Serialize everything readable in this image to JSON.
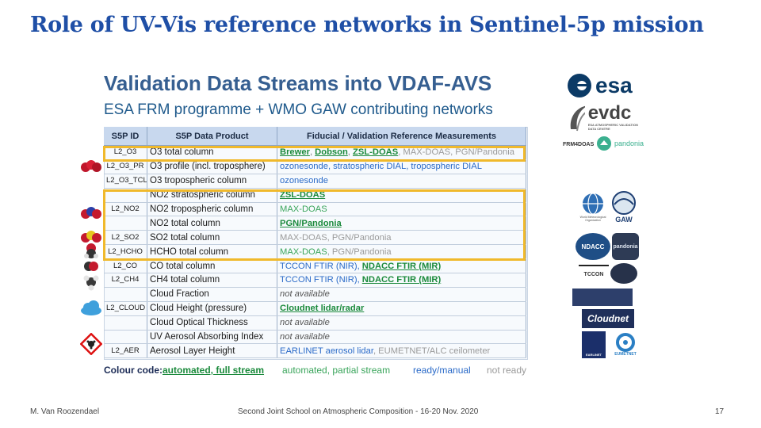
{
  "slide": {
    "title": "Role of UV-Vis reference networks in Sentinel-5p mission",
    "heading": "Validation Data Streams into VDAF-AVS",
    "subheading": "ESA FRM programme + WMO GAW contributing networks"
  },
  "table": {
    "headers": [
      "S5P ID",
      "S5P Data Product",
      "Fiducial / Validation Reference Measurements"
    ],
    "rows": [
      {
        "id": "L2_O3",
        "product": "O3 total column",
        "refs": [
          {
            "t": "Brewer",
            "c": "full"
          },
          {
            "t": ", ",
            "c": "sep"
          },
          {
            "t": "Dobson",
            "c": "full"
          },
          {
            "t": ", ",
            "c": "sep"
          },
          {
            "t": "ZSL-DOAS",
            "c": "full"
          },
          {
            "t": ", MAX-DOAS, PGN/Pandonia",
            "c": "none"
          }
        ]
      },
      {
        "id": "L2_O3_PR",
        "product": "O3 profile (incl. troposphere)",
        "refs": [
          {
            "t": "ozonesonde, stratospheric DIAL, tropospheric DIAL",
            "c": "manual"
          }
        ]
      },
      {
        "id": "L2_O3_TCL",
        "product": "O3 tropospheric column",
        "refs": [
          {
            "t": "ozonesonde",
            "c": "manual"
          }
        ]
      },
      {
        "id": "",
        "product": "NO2 stratospheric column",
        "refs": [
          {
            "t": "ZSL-DOAS",
            "c": "full"
          }
        ]
      },
      {
        "id": "L2_NO2",
        "product": "NO2 tropospheric column",
        "refs": [
          {
            "t": "MAX-DOAS",
            "c": "partial"
          }
        ]
      },
      {
        "id": "",
        "product": "NO2 total column",
        "refs": [
          {
            "t": "PGN/Pandonia",
            "c": "full"
          }
        ]
      },
      {
        "id": "L2_SO2",
        "product": "SO2 total column",
        "refs": [
          {
            "t": "MAX-DOAS, PGN/Pandonia",
            "c": "none"
          }
        ]
      },
      {
        "id": "L2_HCHO",
        "product": "HCHO total column",
        "refs": [
          {
            "t": "MAX-DOAS",
            "c": "partial"
          },
          {
            "t": ", PGN/Pandonia",
            "c": "none"
          }
        ]
      },
      {
        "id": "L2_CO",
        "product": "CO total column",
        "refs": [
          {
            "t": "TCCON FTIR (NIR), ",
            "c": "manual"
          },
          {
            "t": "NDACC FTIR (MIR)",
            "c": "full"
          }
        ]
      },
      {
        "id": "L2_CH4",
        "product": "CH4 total column",
        "refs": [
          {
            "t": "TCCON FTIR (NIR), ",
            "c": "manual"
          },
          {
            "t": "NDACC FTIR (MIR)",
            "c": "full"
          }
        ]
      },
      {
        "id": "",
        "product": "Cloud Fraction",
        "refs": [
          {
            "t": "not available",
            "c": "na"
          }
        ]
      },
      {
        "id": "L2_CLOUD",
        "product": "Cloud Height (pressure)",
        "refs": [
          {
            "t": "Cloudnet lidar/radar",
            "c": "full"
          }
        ]
      },
      {
        "id": "",
        "product": "Cloud Optical Thickness",
        "refs": [
          {
            "t": "not available",
            "c": "na"
          }
        ]
      },
      {
        "id": "",
        "product": "UV Aerosol Absorbing Index",
        "refs": [
          {
            "t": "not available",
            "c": "na"
          }
        ]
      },
      {
        "id": "L2_AER",
        "product": "Aerosol Layer Height",
        "refs": [
          {
            "t": "EARLINET aerosol lidar",
            "c": "manual"
          },
          {
            "t": ", EUMETNET/ALC ceilometer",
            "c": "none"
          }
        ]
      }
    ]
  },
  "legend": {
    "label": "Colour code:",
    "full": "automated, full stream",
    "partial": "automated, partial stream",
    "manual": "ready/manual",
    "none": "not ready"
  },
  "colors": {
    "full": "#1b8a3c",
    "partial": "#3aa55b",
    "manual": "#2a6ac8",
    "none": "#9a9a9a",
    "highlight": "#f0b92b",
    "title": "#1f4fa6"
  },
  "logos": {
    "esa": "esa",
    "evdc": "evdc",
    "evdc_tag": "ESA ATMOSPHERIC VALIDATION DATA CENTRE",
    "frm4doas": "FRM4DOAS",
    "pandonia": "pandonia",
    "wmo": "World Meteorological Organization",
    "gaw": "GAW",
    "ndacc": "NDACC",
    "pandonia2": "pandonia",
    "tccon": "TCCON",
    "cloudnet": "Cloudnet",
    "earlinet": "EARLINET",
    "eumetnet": "EUMETNET"
  },
  "footer": {
    "author": "M. Van Roozendael",
    "event": "Second Joint School on Atmospheric Composition - 16-20 Nov. 2020",
    "page": "17"
  }
}
